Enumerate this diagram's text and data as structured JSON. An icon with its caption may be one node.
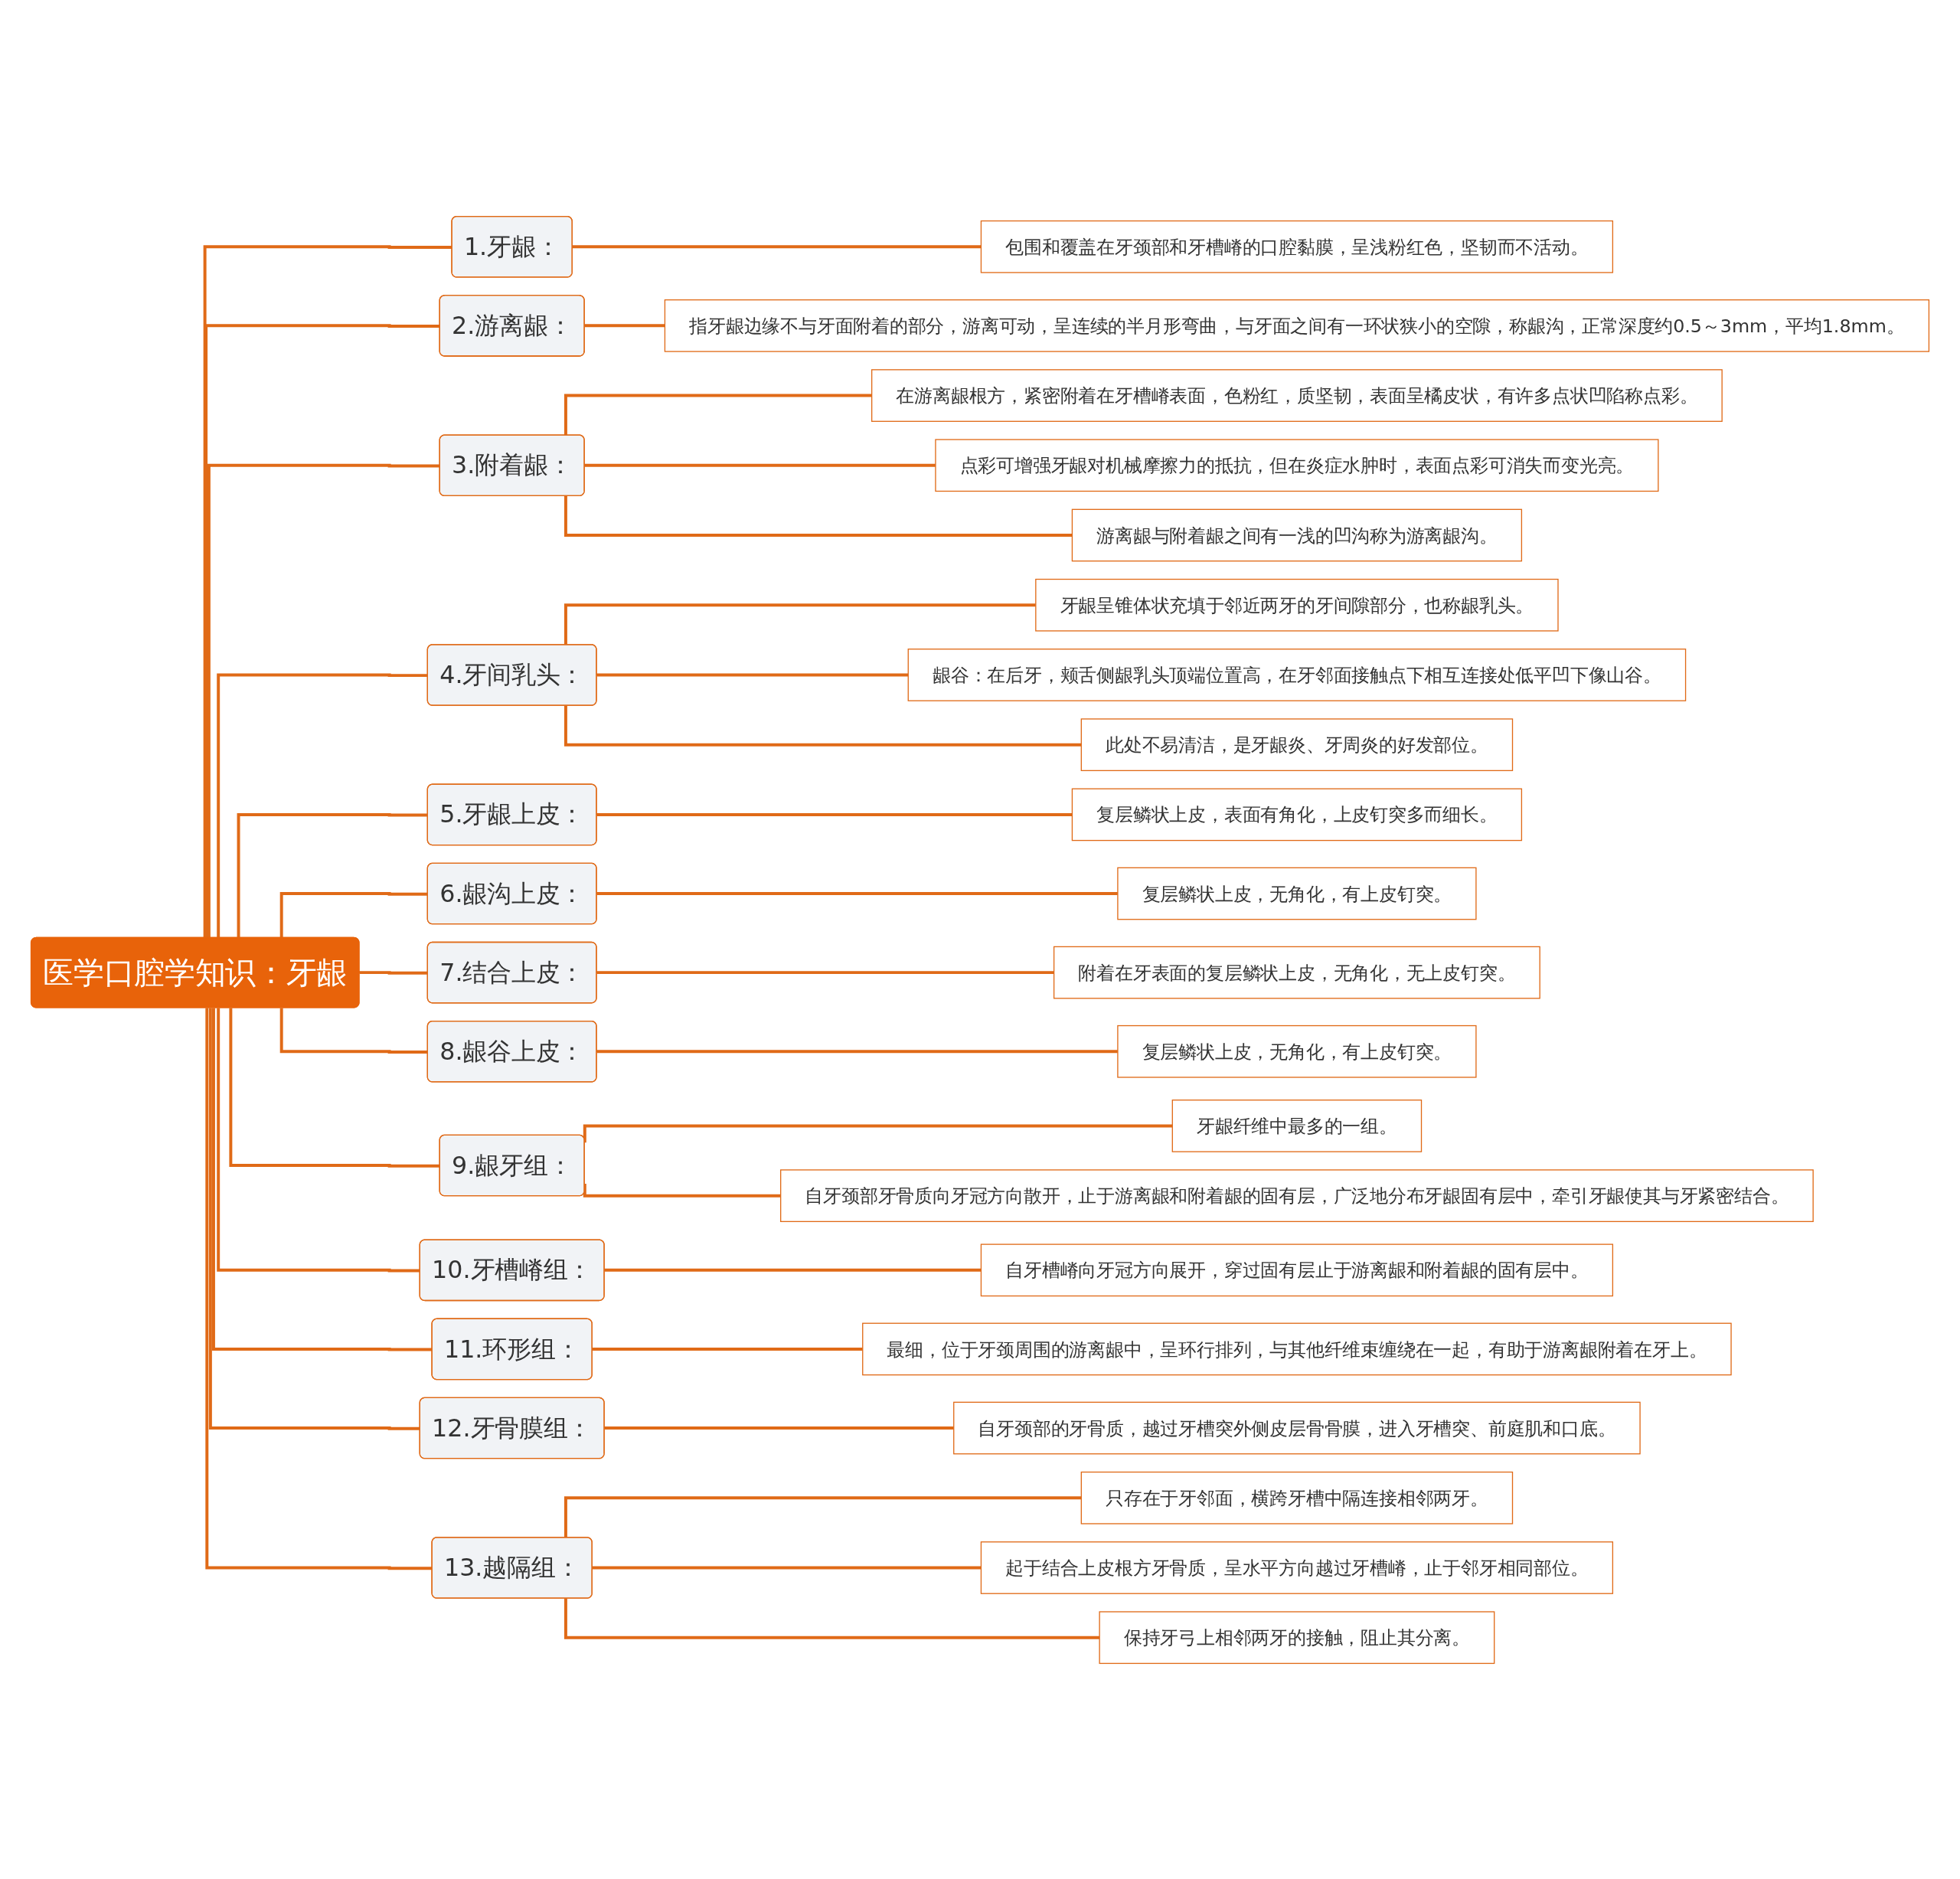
{
  "diagram": {
    "nodes": [
      {
        "text": [
          "医学口腔学知识：牙龈"
        ]
      },
      {
        "text": [
          "1.牙龈："
        ]
      },
      {
        "text": [
          "包围和覆盖在牙颈部和牙槽嵴的口腔黏膜，呈浅粉红色，坚韧而不活动。"
        ]
      },
      {
        "text": [
          "2.游离龈："
        ]
      },
      {
        "text": [
          "指牙龈边缘不与牙面附着的部分，游离可动，呈连续的半月形弯曲，与牙面之间有一环状狭小的空隙，称龈沟，正常深度约0.5～3mm，平均1.8mm。"
        ]
      },
      {
        "text": [
          "3.附着龈："
        ]
      },
      {
        "text": [
          "在游离龈根方，紧密附着在牙槽嵴表面，色粉红，质坚韧，表面呈橘皮状，有许多点状凹陷称点彩。"
        ]
      },
      {
        "text": [
          "点彩可增强牙龈对机械摩擦力的抵抗，但在炎症水肿时，表面点彩可消失而变光亮。"
        ]
      },
      {
        "text": [
          "游离龈与附着龈之间有一浅的凹沟称为游离龈沟。"
        ]
      },
      {
        "text": [
          "4.牙间乳头："
        ]
      },
      {
        "text": [
          "牙龈呈锥体状充填于邻近两牙的牙间隙部分，也称龈乳头。"
        ]
      },
      {
        "text": [
          "龈谷：在后牙，颊舌侧龈乳头顶端位置高，在牙邻面接触点下相互连接处低平凹下像山谷。"
        ]
      },
      {
        "text": [
          "此处不易清洁，是牙龈炎、牙周炎的好发部位。"
        ]
      },
      {
        "text": [
          "5.牙龈上皮："
        ]
      },
      {
        "text": [
          "复层鳞状上皮，表面有角化，上皮钉突多而细长。"
        ]
      },
      {
        "text": [
          "6.龈沟上皮："
        ]
      },
      {
        "text": [
          "复层鳞状上皮，无角化，有上皮钉突。"
        ]
      },
      {
        "text": [
          "7.结合上皮："
        ]
      },
      {
        "text": [
          "附着在牙表面的复层鳞状上皮，无角化，无上皮钉突。"
        ]
      },
      {
        "text": [
          "8.龈谷上皮："
        ]
      },
      {
        "text": [
          "复层鳞状上皮，无角化，有上皮钉突。"
        ]
      },
      {
        "text": [
          "9.龈牙组："
        ]
      },
      {
        "text": [
          "牙龈纤维中最多的一组。"
        ]
      },
      {
        "text": [
          "自牙颈部牙骨质向牙冠方向散开，止于游离龈和附着龈的固有层，广泛地分布牙龈固有层中，牵引牙龈使其与牙紧密结合。"
        ]
      },
      {
        "text": [
          "10.牙槽嵴组："
        ]
      },
      {
        "text": [
          "自牙槽嵴向牙冠方向展开，穿过固有层止于游离龈和附着龈的固有层中。"
        ]
      },
      {
        "text": [
          "11.环形组："
        ]
      },
      {
        "text": [
          "最细，位于牙颈周围的游离龈中，呈环行排列，与其他纤维束缠绕在一起，有助于游离龈附着在牙上。"
        ]
      },
      {
        "text": [
          "12.牙骨膜组："
        ]
      },
      {
        "text": [
          "自牙颈部的牙骨质，越过牙槽突外侧皮层骨骨膜，进入牙槽突、前庭肌和口底。"
        ]
      },
      {
        "text": [
          "13.越隔组："
        ]
      },
      {
        "text": [
          "只存在于牙邻面，横跨牙槽中隔连接相邻两牙。"
        ]
      },
      {
        "text": [
          "起于结合上皮根方牙骨质，呈水平方向越过牙槽嵴，止于邻牙相同部位。"
        ]
      },
      {
        "text": [
          "保持牙弓上相邻两牙的接触，阻止其分离。"
        ]
      }
    ],
    "edges": [
      {
        "from": 0,
        "to": 1,
        "arrow": "none"
      },
      {
        "from": 1,
        "to": 2,
        "arrow": "none"
      },
      {
        "from": 0,
        "to": 3,
        "arrow": "none"
      },
      {
        "from": 3,
        "to": 4,
        "arrow": "none"
      },
      {
        "from": 0,
        "to": 5,
        "arrow": "none"
      },
      {
        "from": 5,
        "to": 6,
        "arrow": "none"
      },
      {
        "from": 5,
        "to": 7,
        "arrow": "none"
      },
      {
        "from": 5,
        "to": 8,
        "arrow": "none"
      },
      {
        "from": 0,
        "to": 9,
        "arrow": "none"
      },
      {
        "from": 9,
        "to": 10,
        "arrow": "none"
      },
      {
        "from": 9,
        "to": 11,
        "arrow": "none"
      },
      {
        "from": 9,
        "to": 12,
        "arrow": "none"
      },
      {
        "from": 0,
        "to": 13,
        "arrow": "none"
      },
      {
        "from": 13,
        "to": 14,
        "arrow": "none"
      },
      {
        "from": 0,
        "to": 15,
        "arrow": "none"
      },
      {
        "from": 15,
        "to": 16,
        "arrow": "none"
      },
      {
        "from": 0,
        "to": 17,
        "arrow": "none"
      },
      {
        "from": 17,
        "to": 18,
        "arrow": "none"
      },
      {
        "from": 0,
        "to": 19,
        "arrow": "none"
      },
      {
        "from": 19,
        "to": 20,
        "arrow": "none"
      },
      {
        "from": 0,
        "to": 21,
        "arrow": "none"
      },
      {
        "from": 21,
        "to": 22,
        "arrow": "none"
      },
      {
        "from": 21,
        "to": 23,
        "arrow": "none"
      },
      {
        "from": 0,
        "to": 24,
        "arrow": "none"
      },
      {
        "from": 24,
        "to": 25,
        "arrow": "none"
      },
      {
        "from": 0,
        "to": 26,
        "arrow": "none"
      },
      {
        "from": 26,
        "to": 27,
        "arrow": "none"
      },
      {
        "from": 0,
        "to": 28,
        "arrow": "none"
      },
      {
        "from": 28,
        "to": 29,
        "arrow": "none"
      },
      {
        "from": 0,
        "to": 30,
        "arrow": "none"
      },
      {
        "from": 30,
        "to": 31,
        "arrow": "none"
      },
      {
        "from": 30,
        "to": 32,
        "arrow": "none"
      },
      {
        "from": 30,
        "to": 33,
        "arrow": "none"
      }
    ]
  }
}
